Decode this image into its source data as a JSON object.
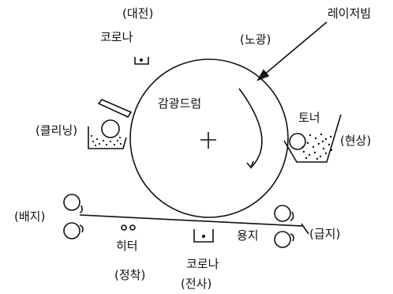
{
  "labels": {
    "charging": "(대전)",
    "corona_top": "코로나",
    "laser_beam": "레이저빔",
    "exposure": "(노광)",
    "drum": "감광드럼",
    "toner": "토너",
    "developing": "(현상)",
    "cleaning": "(클리닝)",
    "eject": "(배지)",
    "heater": "히터",
    "paper": "용지",
    "feed": "(급지)",
    "fixing": "(정착)",
    "corona_bottom": "코로나",
    "transfer": "(전사)"
  },
  "colors": {
    "ink": "#111111",
    "background": "#ffffff"
  }
}
